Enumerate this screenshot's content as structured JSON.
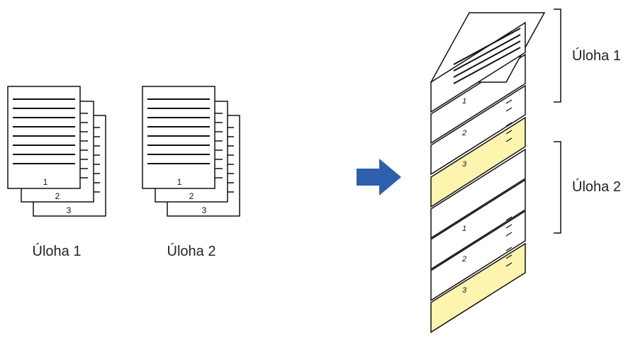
{
  "colors": {
    "sheet_fill": "#ffffff",
    "stroke": "#111111",
    "separator_fill": "#fdf4b0",
    "arrow": "#2d5fae",
    "label": "#222222"
  },
  "jobs": [
    {
      "label": "Úloha 1",
      "page_numbers": [
        "1",
        "2",
        "3"
      ]
    },
    {
      "label": "Úloha 2",
      "page_numbers": [
        "1",
        "2",
        "3"
      ]
    }
  ],
  "output": {
    "job_labels": [
      "Úloha 1",
      "Úloha 2"
    ],
    "page_numbers": [
      "1",
      "2",
      "3"
    ]
  },
  "icons": {
    "arrow": "right-arrow-icon"
  }
}
